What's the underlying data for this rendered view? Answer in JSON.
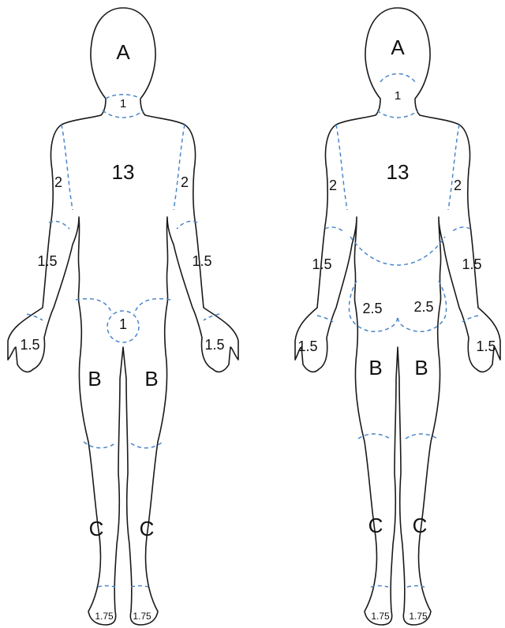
{
  "front": {
    "head": "A",
    "neck": "1",
    "trunk": "13",
    "upper_arm_right": "2",
    "upper_arm_left": "2",
    "forearm_right": "1.5",
    "forearm_left": "1.5",
    "hand_right": "1.5",
    "hand_left": "1.5",
    "genitals": "1",
    "thigh_right": "B",
    "thigh_left": "B",
    "leg_right": "C",
    "leg_left": "C",
    "foot_right": "1.75",
    "foot_left": "1.75"
  },
  "back": {
    "head": "A",
    "neck": "1",
    "trunk": "13",
    "upper_arm_left": "2",
    "upper_arm_right": "2",
    "forearm_left": "1.5",
    "forearm_right": "1.5",
    "hand_left": "1.5",
    "hand_right": "1.5",
    "buttock_left": "2.5",
    "buttock_right": "2.5",
    "thigh_left": "B",
    "thigh_right": "B",
    "leg_left": "C",
    "leg_right": "C",
    "foot_left": "1.75",
    "foot_right": "1.75"
  },
  "colors": {
    "outline": "#1a1a1a",
    "zone_boundary": "#4a86c8"
  }
}
